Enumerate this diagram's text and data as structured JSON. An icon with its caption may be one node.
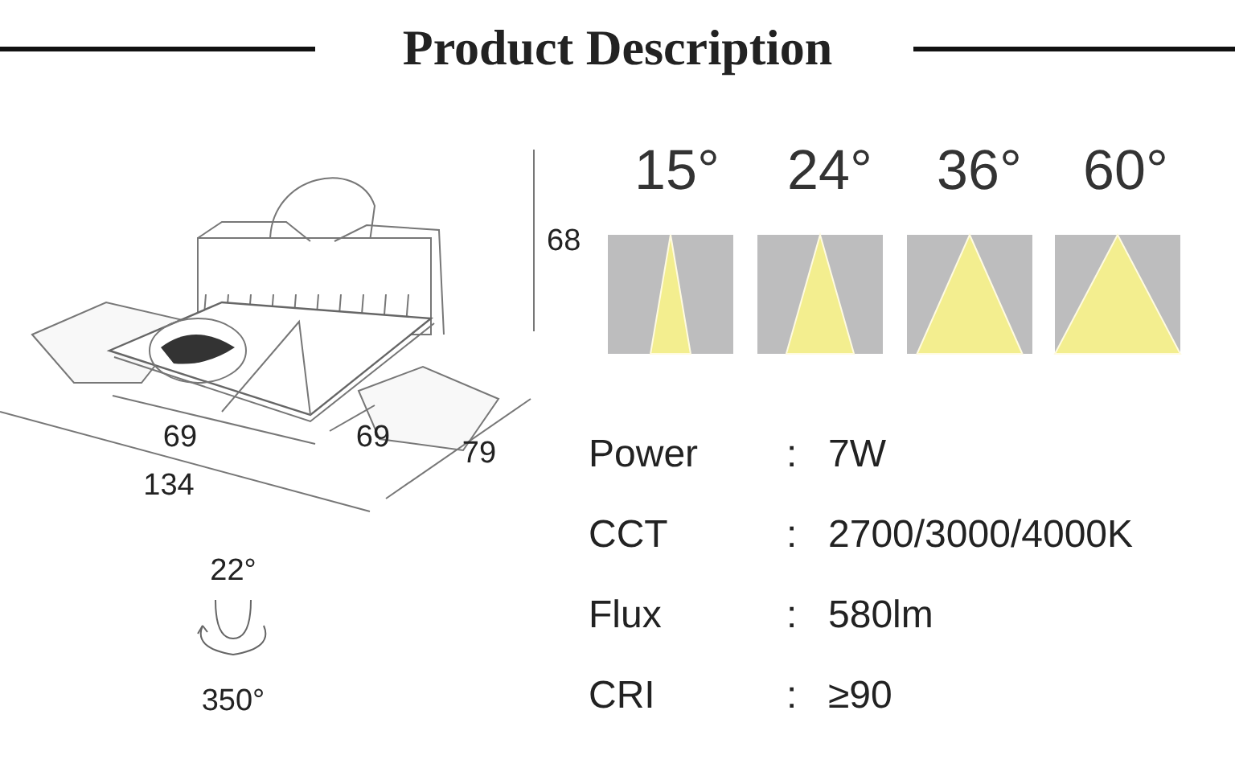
{
  "diagram": {
    "title": "Product Description",
    "labels": [
      "15°",
      "24°",
      "36°",
      "60°",
      "68",
      "69",
      "69",
      "79",
      "134",
      "Power",
      ":",
      "7W",
      "CCT",
      ":",
      "2700/3000/4000K",
      "Flux",
      ":",
      "580lm",
      "CRI",
      ":",
      "≥90",
      "22°",
      "350°"
    ]
  }
}
